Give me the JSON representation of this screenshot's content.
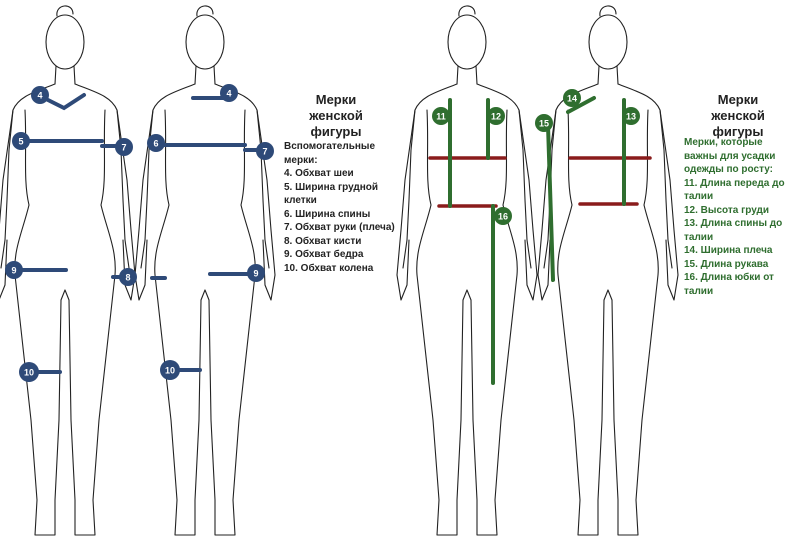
{
  "left_panel": {
    "title_line1": "Мерки",
    "title_line2": "женской фигуры",
    "intro_line1": "Вспомогательные",
    "intro_line2": "мерки:",
    "items": [
      "4. Обхват шеи",
      "5. Ширина грудной",
      "клетки",
      "6. Ширина спины",
      "7. Обхват руки (плеча)",
      "8. Обхват кисти",
      "9. Обхват бедра",
      "10. Обхват колена"
    ]
  },
  "right_panel": {
    "title_line1": "Мерки",
    "title_line2": "женской фигуры",
    "intro_lines": [
      "Мерки, которые",
      "важны для усадки",
      "одежды по росту:"
    ],
    "items": [
      "11. Длина переда до",
      "талии",
      "12. Высота груди",
      "13. Длина спины до",
      "талии",
      "14. Ширина плеча",
      "15. Длина рукава",
      "16. Длина юбки от",
      "талии"
    ]
  },
  "markers": {
    "m4": "4",
    "m5": "5",
    "m6": "6",
    "m7": "7",
    "m8": "8",
    "m9": "9",
    "m10": "10",
    "m11": "11",
    "m12": "12",
    "m13": "13",
    "m14": "14",
    "m15": "15",
    "m16": "16"
  },
  "colors": {
    "blue_marker": "#2e4a78",
    "green_marker": "#2f6e2f",
    "red_line": "#8a1c1c",
    "text_dark": "#222222",
    "text_green": "#2f6e2f"
  }
}
